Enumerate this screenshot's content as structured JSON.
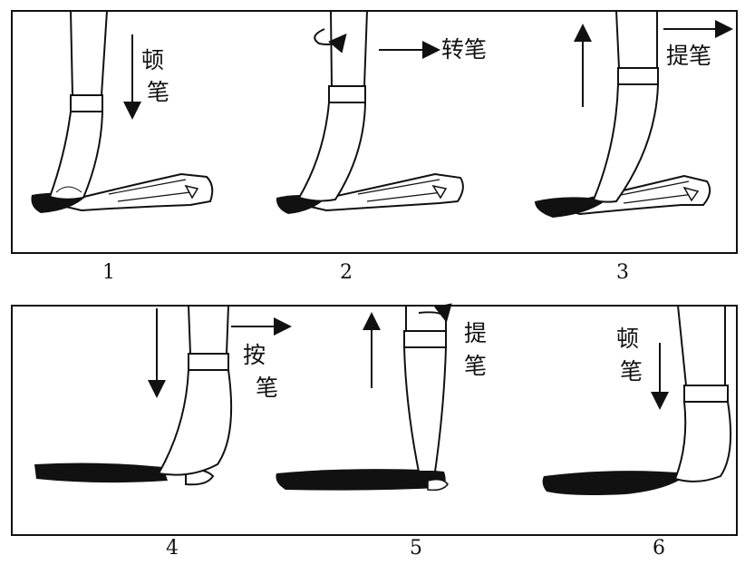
{
  "panels": [
    {
      "number": "1",
      "annotation": [
        "顿",
        "笔"
      ]
    },
    {
      "number": "2",
      "annotation": [
        "转笔"
      ]
    },
    {
      "number": "3",
      "annotation": [
        "提笔"
      ]
    },
    {
      "number": "4",
      "annotation": [
        "按",
        "笔"
      ]
    },
    {
      "number": "5",
      "annotation": [
        "提",
        "笔"
      ]
    },
    {
      "number": "6",
      "annotation": [
        "顿",
        "笔"
      ]
    }
  ]
}
